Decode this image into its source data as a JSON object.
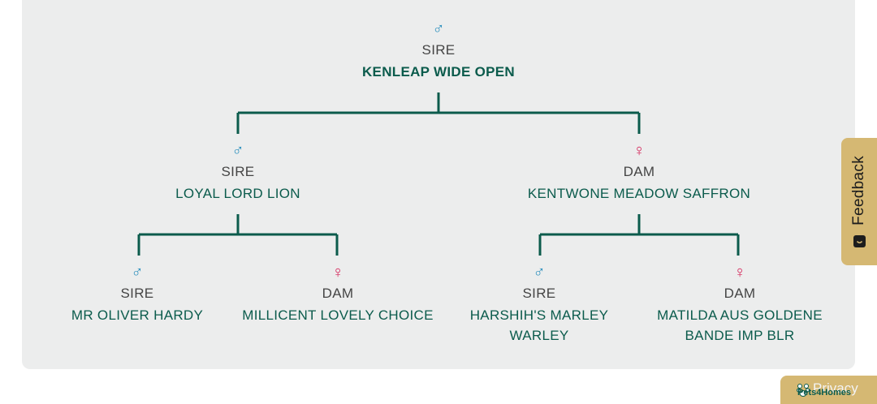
{
  "tree": {
    "root": {
      "role": "SIRE",
      "name": "KENLEAP WIDE OPEN",
      "sex": "male"
    },
    "sire": {
      "role": "SIRE",
      "name": "LOYAL LORD LION",
      "sex": "male"
    },
    "dam": {
      "role": "DAM",
      "name": "KENTWONE MEADOW SAFFRON",
      "sex": "female"
    },
    "ss": {
      "role": "SIRE",
      "name": "MR OLIVER HARDY",
      "sex": "male"
    },
    "sd": {
      "role": "DAM",
      "name": "MILLICENT LOVELY CHOICE",
      "sex": "female"
    },
    "ds": {
      "role": "SIRE",
      "name_line1": "HARSHIH'S MARLEY",
      "name_line2": "WARLEY",
      "sex": "male"
    },
    "dd": {
      "role": "DAM",
      "name_line1": "MATILDA AUS GOLDENE",
      "name_line2": "BANDE IMP BLR",
      "sex": "female"
    }
  },
  "symbols": {
    "male": "♂",
    "female": "♀"
  },
  "feedback": {
    "label": "Feedback",
    "icon": "smile-icon"
  },
  "privacy": {
    "label": "Privacy",
    "logo": "Pets4Homes"
  },
  "colors": {
    "line": "#0b5b4c",
    "name": "#0b5b4c",
    "male": "#2b8fbd",
    "female": "#d4265a",
    "panel": "#eceded",
    "tab": "#d5b873"
  }
}
